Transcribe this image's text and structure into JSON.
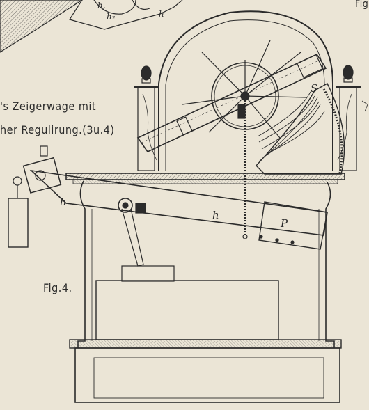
{
  "caption": {
    "line1": "'s Zeigerwage mit",
    "line2": "her Regulirung.(3u.4)"
  },
  "figure_label": "Fig.4.",
  "corner_label": "Fig",
  "part_labels": {
    "h_left": "h",
    "h_right": "h",
    "P": "P",
    "S": "S",
    "h1": "h,",
    "h2": "h₂",
    "h_top": "h"
  },
  "colors": {
    "paper": "#ebe5d6",
    "ink": "#2b2b2b"
  }
}
